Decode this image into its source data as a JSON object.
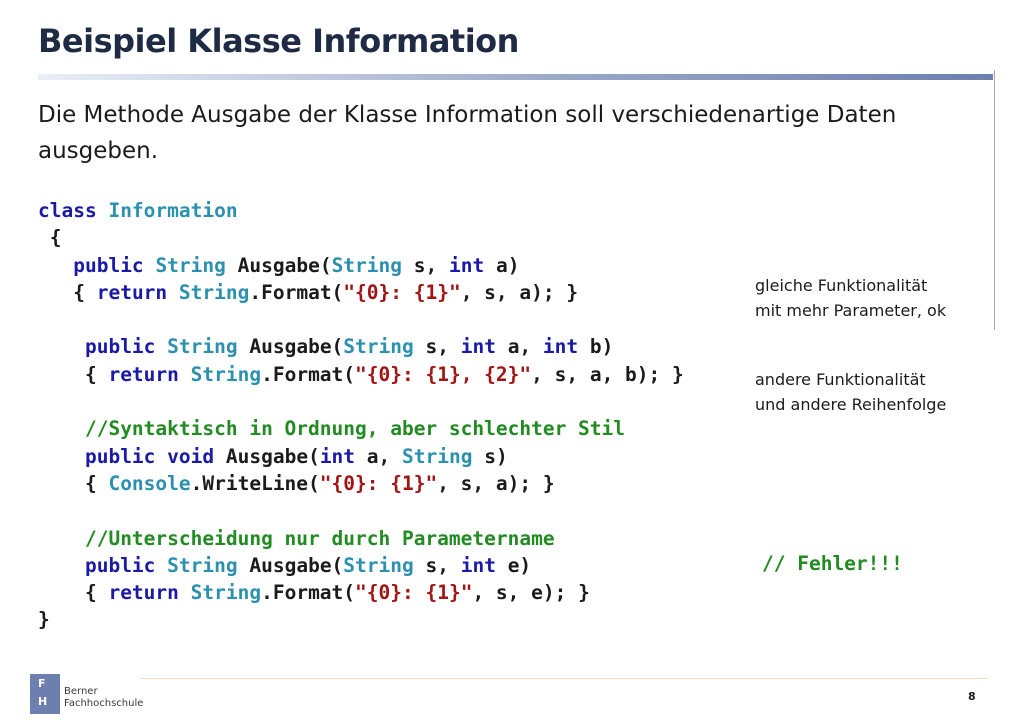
{
  "slide": {
    "title": "Beispiel Klasse Information",
    "intro": "Die Methode Ausgabe der Klasse Information soll verschiedenartige Daten ausgeben."
  },
  "code": {
    "line1": {
      "kw": "class",
      "name": "Information"
    },
    "line2": " {",
    "line3": {
      "kw": "public",
      "ty": "String",
      "method": "Ausgabe(",
      "pty": "String",
      "p1": " s, ",
      "kwint": "int",
      "p2": " a)"
    },
    "line4": {
      "open": "  { ",
      "ret": "return",
      "ty": "String",
      ".Format(": ".Format(",
      "str": "\"{0}: {1}\"",
      "rest": ", s, a); }"
    },
    "line6": {
      "kw": "public",
      "ty": "String",
      "method": "Ausgabe(",
      "pty": "String",
      "p1": " s, ",
      "kwint1": "int",
      "p2": " a, ",
      "kwint2": "int",
      "p3": " b)"
    },
    "line7": {
      "open": "{ ",
      "ret": "return",
      "ty": "String",
      "fmt": ".Format(",
      "str": "\"{0}: {1}, {2}\"",
      "rest": ", s, a, b); }"
    },
    "line9": "//Syntaktisch in Ordnung, aber schlechter Stil",
    "line10": {
      "kw": "public",
      "kwvoid": "void",
      "method": "Ausgabe(",
      "kwint": "int",
      "p1": " a, ",
      "pty": "String",
      "p2": " s)"
    },
    "line11": {
      "open": "{ ",
      "ty": "Console",
      "call": ".WriteLine(",
      "str": "\"{0}: {1}\"",
      "rest": ", s, a); }"
    },
    "line13": "//Unterscheidung nur durch Parametername",
    "line14": {
      "kw": "public",
      "ty": "String",
      "method": "Ausgabe(",
      "pty": "String",
      "p1": " s, ",
      "kwint": "int",
      "p2": " e)"
    },
    "line15": {
      "open": "{ ",
      "ret": "return",
      "ty": "String",
      "fmt": ".Format(",
      "str": "\"{0}: {1}\"",
      "rest": ", s, e); }"
    },
    "line16": "}"
  },
  "notes": {
    "note1_line1": "gleiche Funktionalität",
    "note1_line2": "mit mehr Parameter, ok",
    "note2_line1": "andere Funktionalität",
    "note2_line2": "und andere Reihenfolge",
    "error_comment": "// Fehler!!!"
  },
  "footer": {
    "logo_letter1": "F",
    "logo_letter2": "H",
    "logo_line1": "Berner",
    "logo_line2": "Fachhochschule",
    "page_number": "8"
  },
  "colors": {
    "keyword": "#1a1aa6",
    "type": "#2b91af",
    "string": "#a31515",
    "comment": "#228b22",
    "title": "#1f2a44",
    "logo": "#6d7fae"
  }
}
